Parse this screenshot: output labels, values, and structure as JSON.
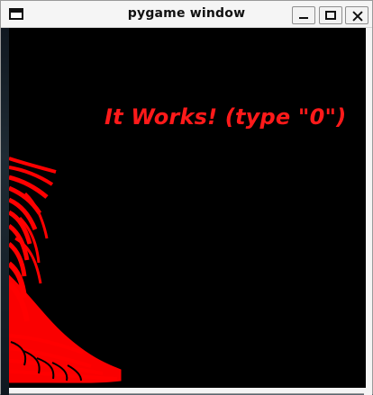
{
  "window": {
    "title": "pygame window",
    "buttons": {
      "minimize": "minimize",
      "maximize": "maximize",
      "close": "close"
    }
  },
  "canvas": {
    "message": "It Works! (type \"0\")",
    "background": "#000000",
    "text_color": "#ff1a1a",
    "shape_color": "#ff0000"
  }
}
